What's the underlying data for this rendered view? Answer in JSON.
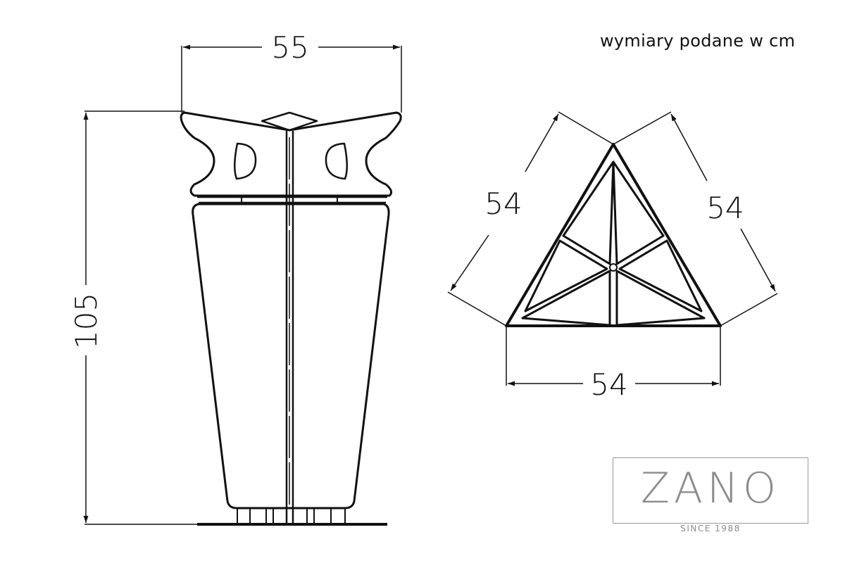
{
  "units_note": "wymiary podane w cm",
  "dimensions": {
    "width_front": "55",
    "height": "105",
    "side_left": "54",
    "side_right": "54",
    "side_bottom": "54"
  },
  "logo": {
    "name": "ZANO",
    "tagline": "SINCE 1988"
  },
  "colors": {
    "line": "#111111",
    "logo_gray": "#8c8c8c",
    "background": "#ffffff"
  }
}
